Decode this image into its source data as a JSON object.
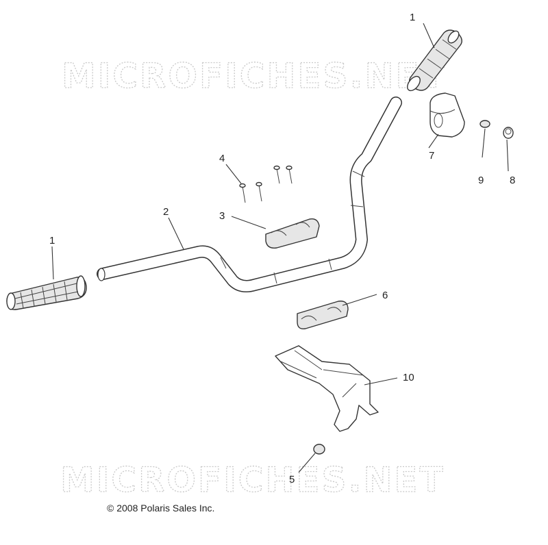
{
  "watermark": "MICROFICHES.NET",
  "copyright": "© 2008 Polaris Sales Inc.",
  "callouts": {
    "grip_right": "1",
    "grip_left": "1",
    "handlebar": "2",
    "clamp_upper": "3",
    "bolts": "4",
    "nut": "5",
    "clamp_lower": "6",
    "housing": "7",
    "plug": "8",
    "insert": "9",
    "bracket": "10"
  }
}
